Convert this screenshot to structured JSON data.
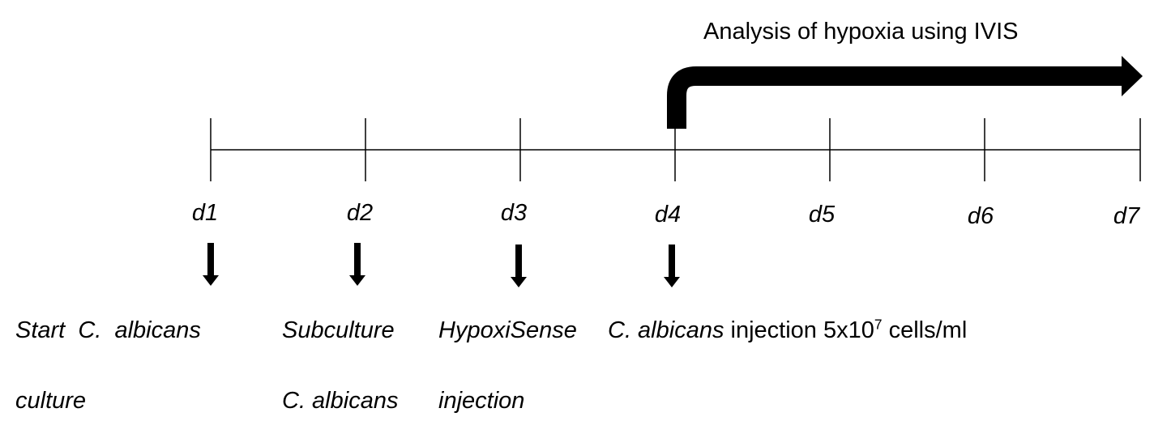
{
  "header": {
    "label": "Analysis of hypoxia using IVIS"
  },
  "days": [
    "d1",
    "d2",
    "d3",
    "d4",
    "d5",
    "d6",
    "d7"
  ],
  "events": [
    {
      "line1": "Start  C.  albicans",
      "line2": "culture"
    },
    {
      "line1": "Subculture",
      "line2": "C. albicans"
    },
    {
      "line1": "HypoxiSense",
      "line2": "injection"
    },
    {
      "species": "C. albicans",
      "text": " injection 5x10",
      "exponent": "7",
      "unit": " cells/ml"
    }
  ]
}
